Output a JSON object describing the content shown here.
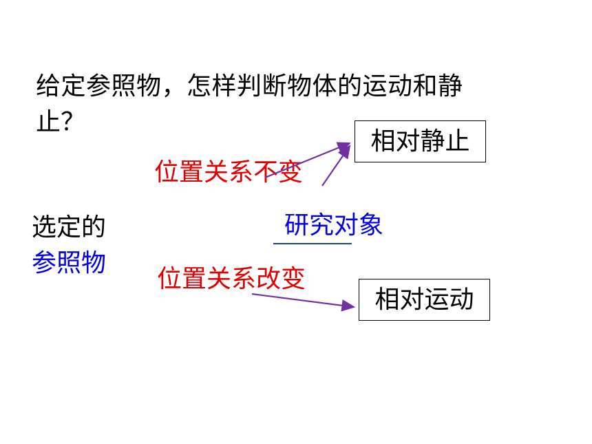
{
  "question": {
    "line1": "给定参照物，怎样判断物体的运动和静",
    "line2": "止？"
  },
  "left_label": {
    "line1": "选定的",
    "line2": "参照物"
  },
  "middle": {
    "object": "研究对象",
    "relation_unchanged": "位置关系不变",
    "relation_changed": "位置关系改变"
  },
  "results": {
    "relative_rest": "相对静止",
    "relative_motion": "相对运动"
  },
  "colors": {
    "red": "#e00000",
    "blue": "#0000e0",
    "arrow": "#7030a0"
  }
}
